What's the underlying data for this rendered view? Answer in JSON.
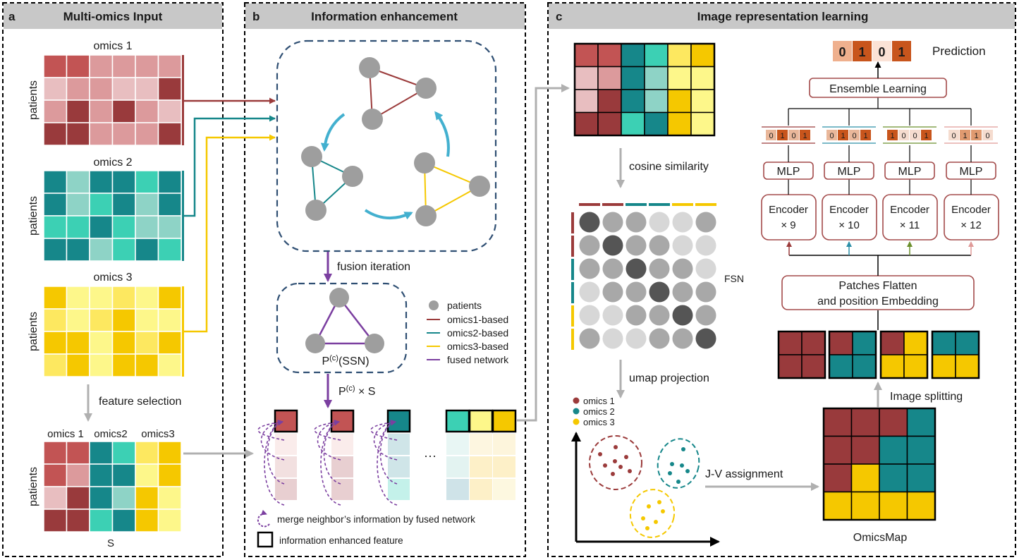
{
  "colors": {
    "omics1": "#9b3b3b",
    "omics2": "#16878a",
    "omics3": "#f5c800",
    "fused": "#7b3fa0",
    "node": "#9e9e9e",
    "cyan_arrow": "#43b0cf",
    "panel_header": "#c8c8c8",
    "gray_arrow": "#b0b0b0",
    "box_border": "#a34a4a",
    "navy_dash": "#2f4f73"
  },
  "panel_a": {
    "letter": "a",
    "title": "Multi-omics Input",
    "omics_labels": [
      "omics 1",
      "omics 2",
      "omics 3"
    ],
    "row_label": "patients",
    "feature_selection": "feature selection",
    "selected_labels": [
      "omics 1",
      "omics2",
      "omics3"
    ],
    "s_label": "S"
  },
  "panel_b": {
    "letter": "b",
    "title": "Information enhancement",
    "fusion_iteration": "fusion iteration",
    "ssn_label": "P(c)(SSN)",
    "ssn_main": "P",
    "ssn_sup": "(c)",
    "ssn_tail": "(SSN)",
    "px_main": "P",
    "px_sup": "(c)",
    "px_tail": " × S",
    "ellipsis": "···",
    "legend": {
      "patients": "patients",
      "omics1": "omics1-based",
      "omics2": "omics2-based",
      "omics3": "omics3-based",
      "fused": "fused network"
    },
    "merge_note": "merge neighbor’s information by fused network",
    "enhanced_note": "information enhanced feature"
  },
  "panel_c": {
    "letter": "c",
    "title": "Image representation learning",
    "cosine": "cosine similarity",
    "fsn": "FSN",
    "umap": "umap projection",
    "umap_legend": [
      "omics 1",
      "omics 2",
      "omics 3"
    ],
    "jv": "J-V assignment",
    "omicsmap": "OmicsMap",
    "image_splitting": "Image splitting",
    "patches_line1": "Patches Flatten",
    "patches_line2": "and position Embedding",
    "encoders": [
      {
        "line1": "Encoder",
        "line2": "× 9"
      },
      {
        "line1": "Encoder",
        "line2": "× 10"
      },
      {
        "line1": "Encoder",
        "line2": "× 11"
      },
      {
        "line1": "Encoder",
        "line2": "× 12"
      }
    ],
    "mlp": "MLP",
    "ensemble": "Ensemble Learning",
    "prediction": "Prediction",
    "prediction_bits": [
      "0",
      "1",
      "0",
      "1"
    ],
    "small_bits": [
      [
        "0",
        "1",
        "0",
        "1"
      ],
      [
        "0",
        "1",
        "0",
        "1"
      ],
      [
        "1",
        "0",
        "0",
        "1"
      ],
      [
        "0",
        "1",
        "1",
        "0"
      ]
    ]
  }
}
